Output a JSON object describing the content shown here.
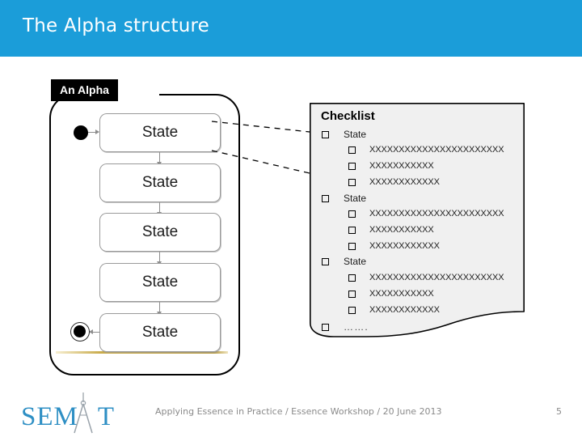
{
  "slide": {
    "title": "The Alpha structure",
    "header_color": "#1b9dd9",
    "page_number": "5"
  },
  "alpha_diagram": {
    "label": "An Alpha",
    "label_bg": "#000000",
    "label_color": "#ffffff",
    "start_node": "filled-circle",
    "end_node": "bullseye-circle",
    "states": [
      {
        "name": "State"
      },
      {
        "name": "State"
      },
      {
        "name": "State"
      },
      {
        "name": "State"
      },
      {
        "name": "State"
      }
    ],
    "accent_line_color": "#b79b43"
  },
  "checklist": {
    "title": "Checklist",
    "background": "#f0f0f0",
    "border_color": "#000000",
    "groups": [
      {
        "label": "State",
        "items": [
          "XXXXXXXXXXXXXXXXXXXXXXX",
          "XXXXXXXXXXX",
          "XXXXXXXXXXXX"
        ]
      },
      {
        "label": "State",
        "items": [
          "XXXXXXXXXXXXXXXXXXXXXXX",
          "XXXXXXXXXXX",
          "XXXXXXXXXXXX"
        ]
      },
      {
        "label": "State",
        "items": [
          "XXXXXXXXXXXXXXXXXXXXXXX",
          "XXXXXXXXXXX",
          "XXXXXXXXXXXX"
        ]
      }
    ],
    "trailing_item": "……."
  },
  "footer": {
    "logo_text_left": "SEM",
    "logo_text_right": "T",
    "logo_color": "#2e8fc4",
    "text": "Applying Essence in Practice / Essence Workshop / 20 June 2013",
    "page_number": "5"
  }
}
